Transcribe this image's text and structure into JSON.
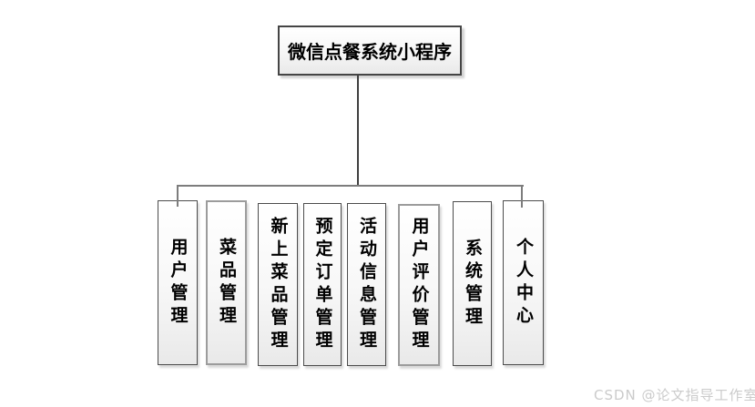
{
  "diagram": {
    "type": "org-chart",
    "root": {
      "label": "微信点餐系统小程序"
    },
    "children": [
      {
        "label": "用户管理"
      },
      {
        "label": "菜品管理"
      },
      {
        "label": "新上菜品管理"
      },
      {
        "label": "预定订单管理"
      },
      {
        "label": "活动信息管理"
      },
      {
        "label": "用户评价管理"
      },
      {
        "label": "系统管理"
      },
      {
        "label": "个人中心"
      }
    ]
  },
  "watermark": {
    "text": "CSDN @论文指导工作室"
  },
  "colors": {
    "background": "#ffffff",
    "connector_bus_gray": "#7d7d7d",
    "connector_trunk_dark": "#3f3f3f",
    "node_border_dark": "#4c4c4c",
    "node_border_gray": "#9c9c9c",
    "node_fill_top": "#ffffff",
    "node_fill_bottom": "#e9e9e9",
    "node_text": "#000000",
    "watermark_gray": "#cbcbcb"
  }
}
